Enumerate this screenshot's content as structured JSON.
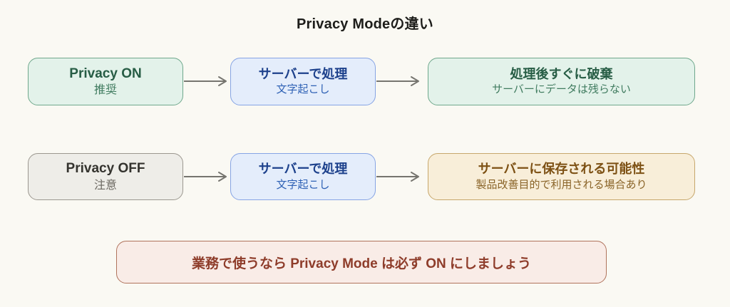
{
  "title": "Privacy Modeの違い",
  "rows": [
    {
      "name": "privacy-on-flow",
      "nodes": [
        {
          "id": "privacy-on",
          "variant": "green",
          "title": "Privacy ON",
          "subtitle": "推奨"
        },
        {
          "id": "server-processing-on",
          "variant": "blue",
          "title": "サーバーで処理",
          "subtitle": "文字起こし"
        },
        {
          "id": "immediate-discard",
          "variant": "green",
          "title": "処理後すぐに破棄",
          "subtitle": "サーバーにデータは残らない"
        }
      ]
    },
    {
      "name": "privacy-off-flow",
      "nodes": [
        {
          "id": "privacy-off",
          "variant": "gray",
          "title": "Privacy OFF",
          "subtitle": "注意"
        },
        {
          "id": "server-processing-off",
          "variant": "blue",
          "title": "サーバーで処理",
          "subtitle": "文字起こし"
        },
        {
          "id": "possible-storage",
          "variant": "tan",
          "title": "サーバーに保存される可能性",
          "subtitle": "製品改善目的で利用される場合あり"
        }
      ]
    }
  ],
  "callout": {
    "text": "業務で使うなら Privacy Mode は必ず ON にしましょう"
  },
  "icons": {
    "arrow": "right-arrow"
  },
  "colors": {
    "background": "#faf9f3",
    "title_text": "#1d1d1a",
    "green_fill": "#e3f2ea",
    "green_border": "#6fa88c",
    "green_text": "#275d45",
    "blue_fill": "#e4edfb",
    "blue_border": "#86a4e4",
    "blue_text": "#1d418c",
    "gray_fill": "#eeede8",
    "gray_border": "#9b978f",
    "gray_text": "#34332e",
    "tan_fill": "#f8eed9",
    "tan_border": "#c7a76b",
    "tan_text": "#7d5114",
    "callout_fill": "#f9ece7",
    "callout_border": "#b0735c",
    "callout_text": "#8e3c2a",
    "arrow": "#76756f"
  }
}
